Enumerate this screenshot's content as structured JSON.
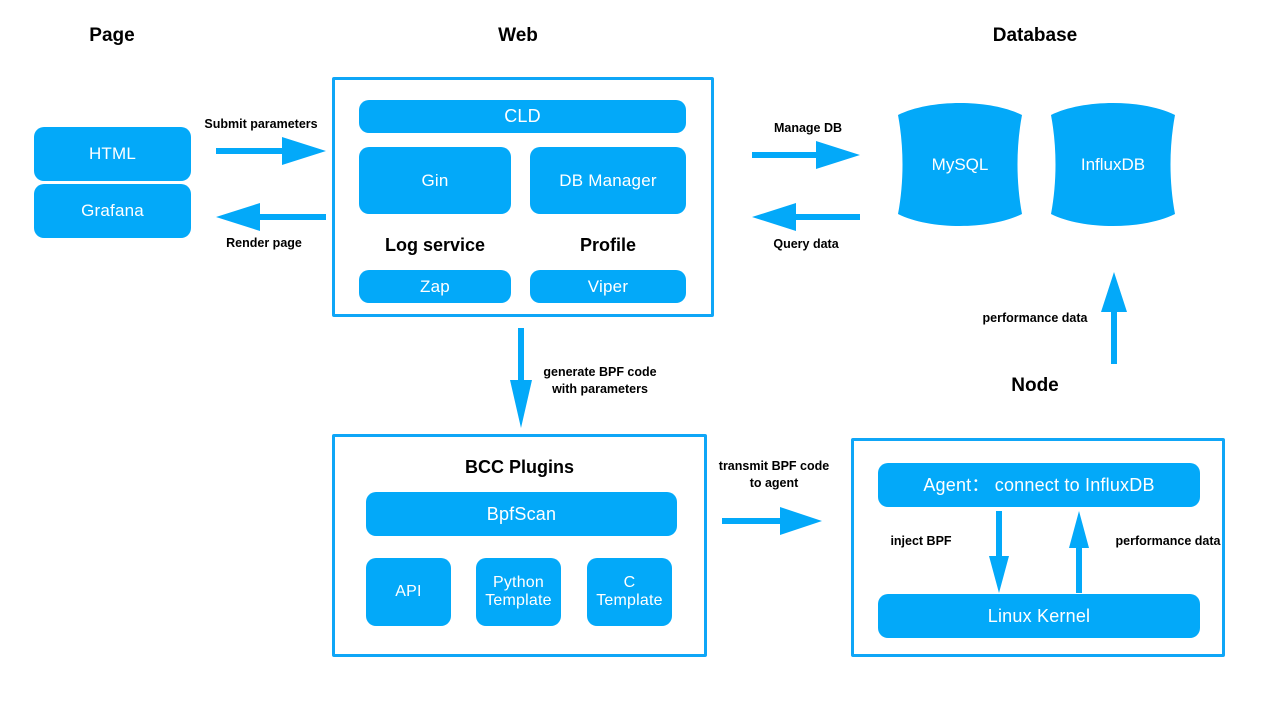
{
  "meta": {
    "accent_blue": "#03a9f9",
    "border_blue": "#0fa6f7",
    "background": "#ffffff",
    "text_dark": "#000000",
    "text_light": "#ffffff"
  },
  "sections": {
    "page": {
      "title": "Page"
    },
    "web": {
      "title": "Web"
    },
    "database": {
      "title": "Database"
    },
    "node": {
      "title": "Node"
    }
  },
  "page_column": {
    "nodes": [
      {
        "label": "HTML"
      },
      {
        "label": "Grafana"
      }
    ]
  },
  "web_box": {
    "top_node": {
      "label": "CLD"
    },
    "mid_nodes": [
      {
        "label": "Gin"
      },
      {
        "label": "DB Manager"
      }
    ],
    "sub_labels": [
      {
        "label": "Log service"
      },
      {
        "label": "Profile"
      }
    ],
    "bottom_nodes": [
      {
        "label": "Zap"
      },
      {
        "label": "Viper"
      }
    ]
  },
  "database_column": {
    "cylinders": [
      {
        "label": "MySQL"
      },
      {
        "label": "InfluxDB"
      }
    ]
  },
  "bcc_box": {
    "title": "BCC Plugins",
    "main_node": {
      "label": "BpfScan"
    },
    "nodes": [
      {
        "label": "API"
      },
      {
        "label": "Python\nTemplate"
      },
      {
        "label": "C\nTemplate"
      }
    ]
  },
  "node_box": {
    "agent": {
      "label": "Agent： connect to InfluxDB"
    },
    "kernel": {
      "label": "Linux Kernel"
    },
    "inject_label": "inject BPF",
    "perf_label": "performance data"
  },
  "edges": [
    {
      "id": "submit-parameters",
      "label": "Submit parameters",
      "direction": "right"
    },
    {
      "id": "render-page",
      "label": "Render page",
      "direction": "left"
    },
    {
      "id": "manage-db",
      "label": "Manage DB",
      "direction": "right"
    },
    {
      "id": "query-data",
      "label": "Query data",
      "direction": "left"
    },
    {
      "id": "generate-bpf",
      "label": "generate BPF code\nwith parameters",
      "direction": "down"
    },
    {
      "id": "transmit-bpf",
      "label": "transmit BPF code\nto agent",
      "direction": "right"
    },
    {
      "id": "performance-data-db",
      "label": "performance data",
      "direction": "up"
    }
  ]
}
